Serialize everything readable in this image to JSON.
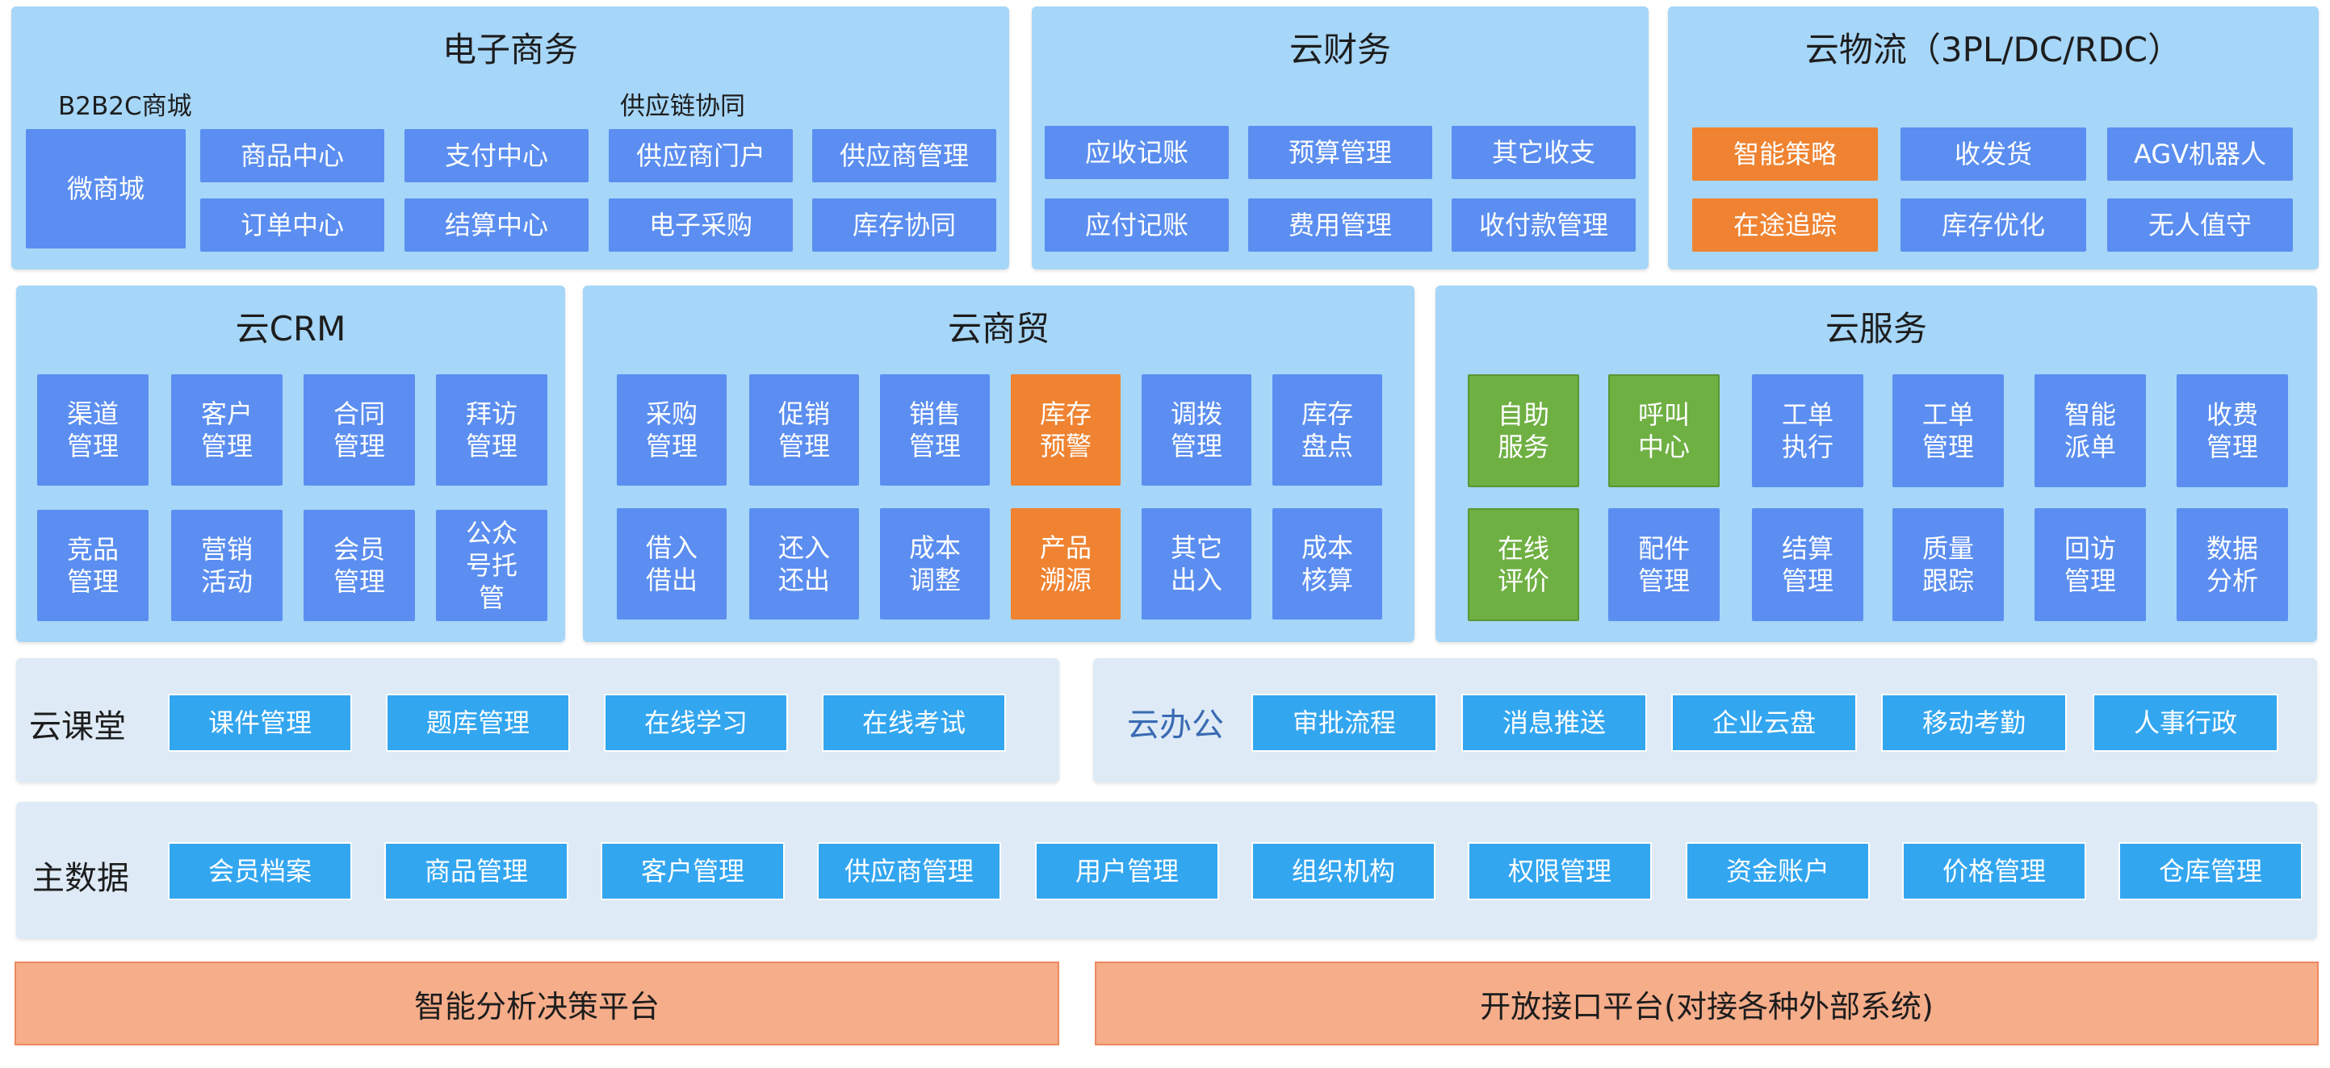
{
  "ecommerce": {
    "title": "电子商务",
    "sub_b2b2c": "B2B2C商城",
    "sub_supply": "供应链协同",
    "boxes": [
      "微商城",
      "商品中心",
      "订单中心",
      "支付中心",
      "结算中心",
      "供应商门户",
      "电子采购",
      "供应商管理",
      "库存协同"
    ]
  },
  "finance": {
    "title": "云财务",
    "boxes": [
      "应收记账",
      "应付记账",
      "预算管理",
      "费用管理",
      "其它收支",
      "收付款管理"
    ]
  },
  "logistics": {
    "title": "云物流（3PL/DC/RDC）",
    "boxes": [
      "智能策略",
      "在途追踪",
      "收发货",
      "库存优化",
      "AGV机器人",
      "无人值守"
    ]
  },
  "crm": {
    "title": "云CRM",
    "boxes": [
      "渠道管理",
      "客户管理",
      "合同管理",
      "拜访管理",
      "竞品管理",
      "营销活动",
      "会员管理",
      "公众号托管"
    ]
  },
  "trade": {
    "title": "云商贸",
    "boxes": [
      "采购管理",
      "促销管理",
      "销售管理",
      "库存预警",
      "调拨管理",
      "库存盘点",
      "借入借出",
      "还入还出",
      "成本调整",
      "产品溯源",
      "其它出入",
      "成本核算"
    ]
  },
  "service": {
    "title": "云服务",
    "boxes": [
      "自助服务",
      "呼叫中心",
      "工单执行",
      "工单管理",
      "智能派单",
      "收费管理",
      "在线评价",
      "配件管理",
      "结算管理",
      "质量跟踪",
      "回访管理",
      "数据分析"
    ]
  },
  "classroom": {
    "label": "云课堂",
    "boxes": [
      "课件管理",
      "题库管理",
      "在线学习",
      "在线考试"
    ]
  },
  "office": {
    "label": "云办公",
    "boxes": [
      "审批流程",
      "消息推送",
      "企业云盘",
      "移动考勤",
      "人事行政"
    ]
  },
  "masterdata": {
    "label": "主数据",
    "boxes": [
      "会员档案",
      "商品管理",
      "客户管理",
      "供应商管理",
      "用户管理",
      "组织机构",
      "权限管理",
      "资金账户",
      "价格管理",
      "仓库管理"
    ]
  },
  "platforms": {
    "analysis": "智能分析决策平台",
    "api": "开放接口平台(对接各种外部系统)"
  },
  "colors": {
    "panel": "#a6d6f8",
    "module": "#5b8ef0",
    "highlight_orange": "#ef8331",
    "highlight_green": "#6fb043",
    "pill": "#33a6f0",
    "platform": "#f6ad8a"
  }
}
